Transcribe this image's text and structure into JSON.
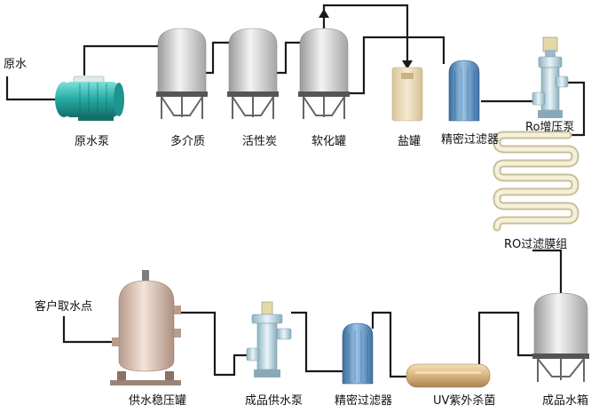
{
  "diagram": {
    "labels": {
      "raw_water": "原水",
      "raw_water_pump": "原水泵",
      "multimedia_filter": "多介质",
      "activated_carbon": "活性炭",
      "softener_tank": "软化罐",
      "salt_tank": "盐罐",
      "precision_filter_top": "精密过滤器",
      "ro_booster_pump": "Ro增压泵",
      "ro_membrane": "RO过滤膜组",
      "product_water_tank": "成品水箱",
      "uv_sterilizer": "UV紫外杀菌",
      "precision_filter_bottom": "精密过滤器",
      "product_supply_pump": "成品供水泵",
      "pressure_tank": "供水稳压罐",
      "customer_point": "客户取水点"
    },
    "colors": {
      "pipe": "#1a1a1a",
      "pump_teal": "#27b3ac",
      "tank_grey": "#d2d2d2",
      "salt_beige": "#eadcbc",
      "filter_blue": "#5a8fc4",
      "pressure_tank_pink": "#ddc3b4",
      "uv_tan": "#e0c08f",
      "membrane_cream": "#f1ecd2"
    }
  }
}
